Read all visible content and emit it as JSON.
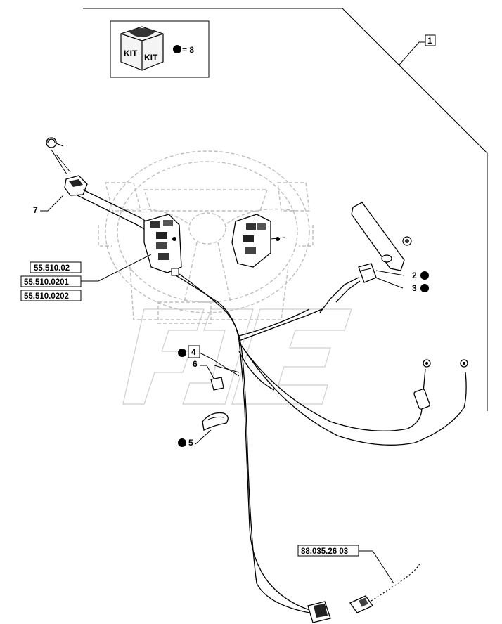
{
  "kit": {
    "label_top": "KIT",
    "label_bottom": "KIT",
    "qty_text": "= 8"
  },
  "callouts": {
    "c1": "1",
    "c2": "2",
    "c3": "3",
    "c4": "4",
    "c5": "5",
    "c6": "6",
    "c7": "7"
  },
  "refs": {
    "r1": "55.510.02",
    "r2": "55.510.0201",
    "r3": "55.510.0202",
    "r4": "88.035.26 03"
  },
  "colors": {
    "line": "#000000",
    "ghost": "#bdbdbd",
    "watermark": "#cfcfcf",
    "bullet": "#000000"
  }
}
